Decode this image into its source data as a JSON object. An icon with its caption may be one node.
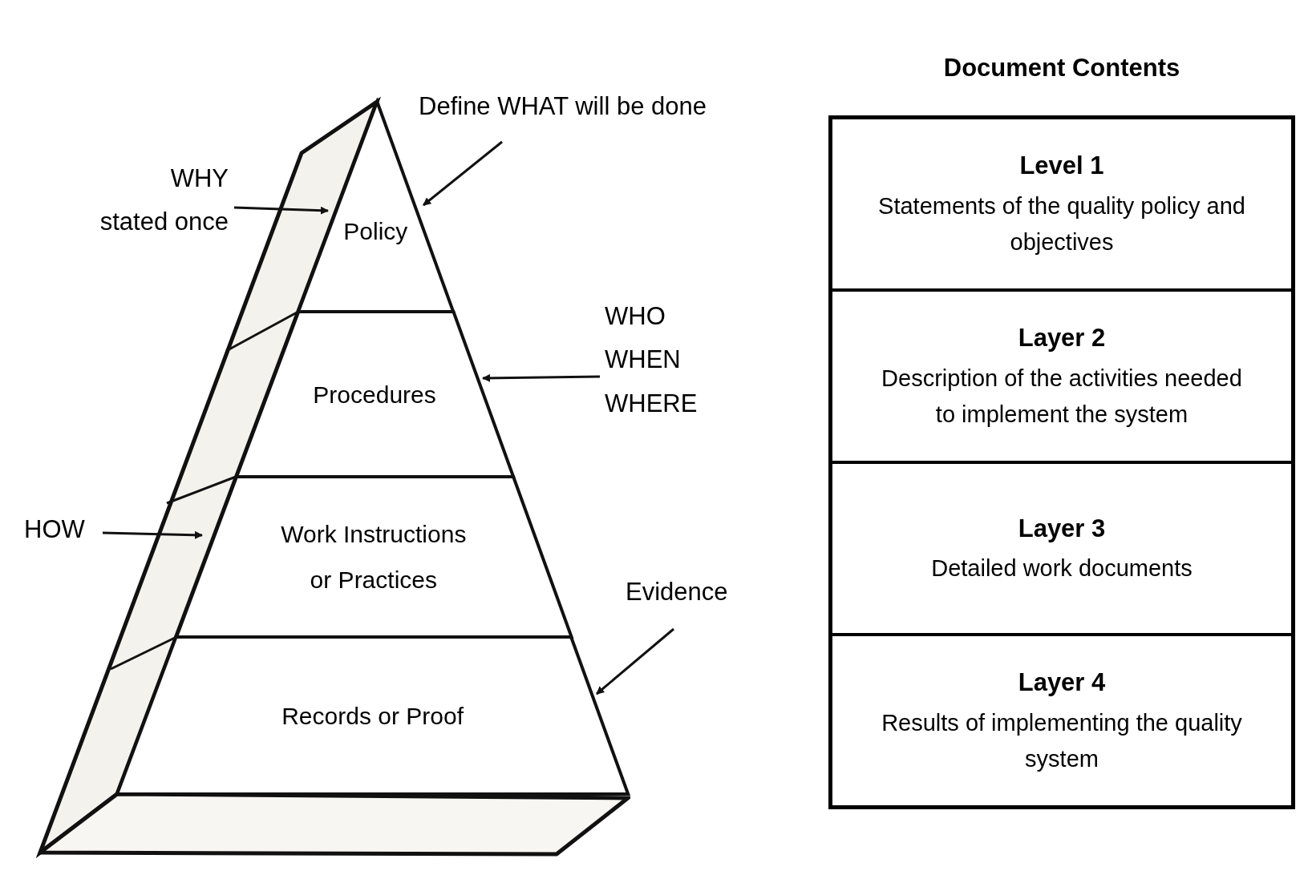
{
  "diagram": {
    "nodes": [
      {
        "text": [
          "Define WHAT will be done"
        ]
      },
      {
        "text": [
          "WHY stated once"
        ]
      },
      {
        "text": [
          "Policy"
        ]
      },
      {
        "text": [
          "WHO WHEN WHERE"
        ]
      },
      {
        "text": [
          "Procedures"
        ]
      },
      {
        "text": [
          "HOW"
        ]
      },
      {
        "text": [
          "Work Instructions or Practices"
        ]
      },
      {
        "text": [
          "Evidence"
        ]
      },
      {
        "text": [
          "Records or Proof"
        ]
      },
      {
        "text": [
          "Document Contents"
        ]
      },
      {
        "text": [
          "Level 1",
          "Statements of the quality policy and objectives"
        ],
        "in": 9
      },
      {
        "text": [
          "Layer 2",
          "Description of the activities needed to implement the system"
        ],
        "in": 9
      },
      {
        "text": [
          "Layer 3",
          "Detailed work documents"
        ],
        "in": 9
      },
      {
        "text": [
          "Layer 4",
          "Results of implementing the quality system"
        ],
        "in": 9
      },
      {
        "text": [],
        "shape": "box"
      }
    ],
    "edges": [
      {
        "from": 0,
        "to": 2,
        "arrow": "to"
      },
      {
        "from": 1,
        "to": 2,
        "arrow": "to"
      },
      {
        "from": 3,
        "to": 4,
        "arrow": "to"
      },
      {
        "from": 5,
        "to": 6,
        "arrow": "to"
      },
      {
        "from": 7,
        "to": 8,
        "arrow": "to"
      }
    ]
  }
}
